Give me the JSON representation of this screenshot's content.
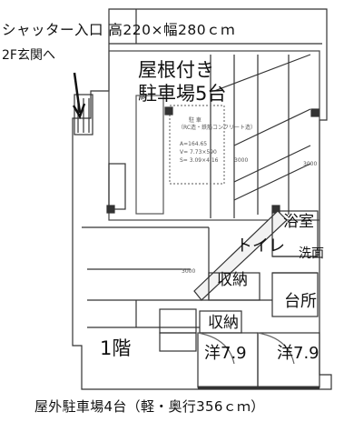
{
  "labels": {
    "shutter_entrance": "シャッター入口 高220×幅280ｃｍ",
    "entrance_2f": "2F玄関へ",
    "roofed_parking_line1": "屋根付き",
    "roofed_parking_line2": "駐車場5台",
    "bath": "浴室",
    "toilet": "トイレ",
    "washroom": "洗面",
    "storage_upper": "収納",
    "kitchen": "台所",
    "storage_lower": "収納",
    "floor": "1階",
    "room_left": "洋7.9",
    "room_right": "洋7.9",
    "outdoor_parking": "屋外駐車場4台（軽・奥行356ｃｍ）"
  },
  "plan_notes": {
    "garage_title": "駐 車",
    "area_a": "A=164.65",
    "area_v": "V= 7.73×590",
    "area_s": "S= 3.09×4.16",
    "dim_1": "3000",
    "dim_2": "3000",
    "dim_3": "3000",
    "structure_note": "（RC造・鉄筋コンクリート造）"
  }
}
